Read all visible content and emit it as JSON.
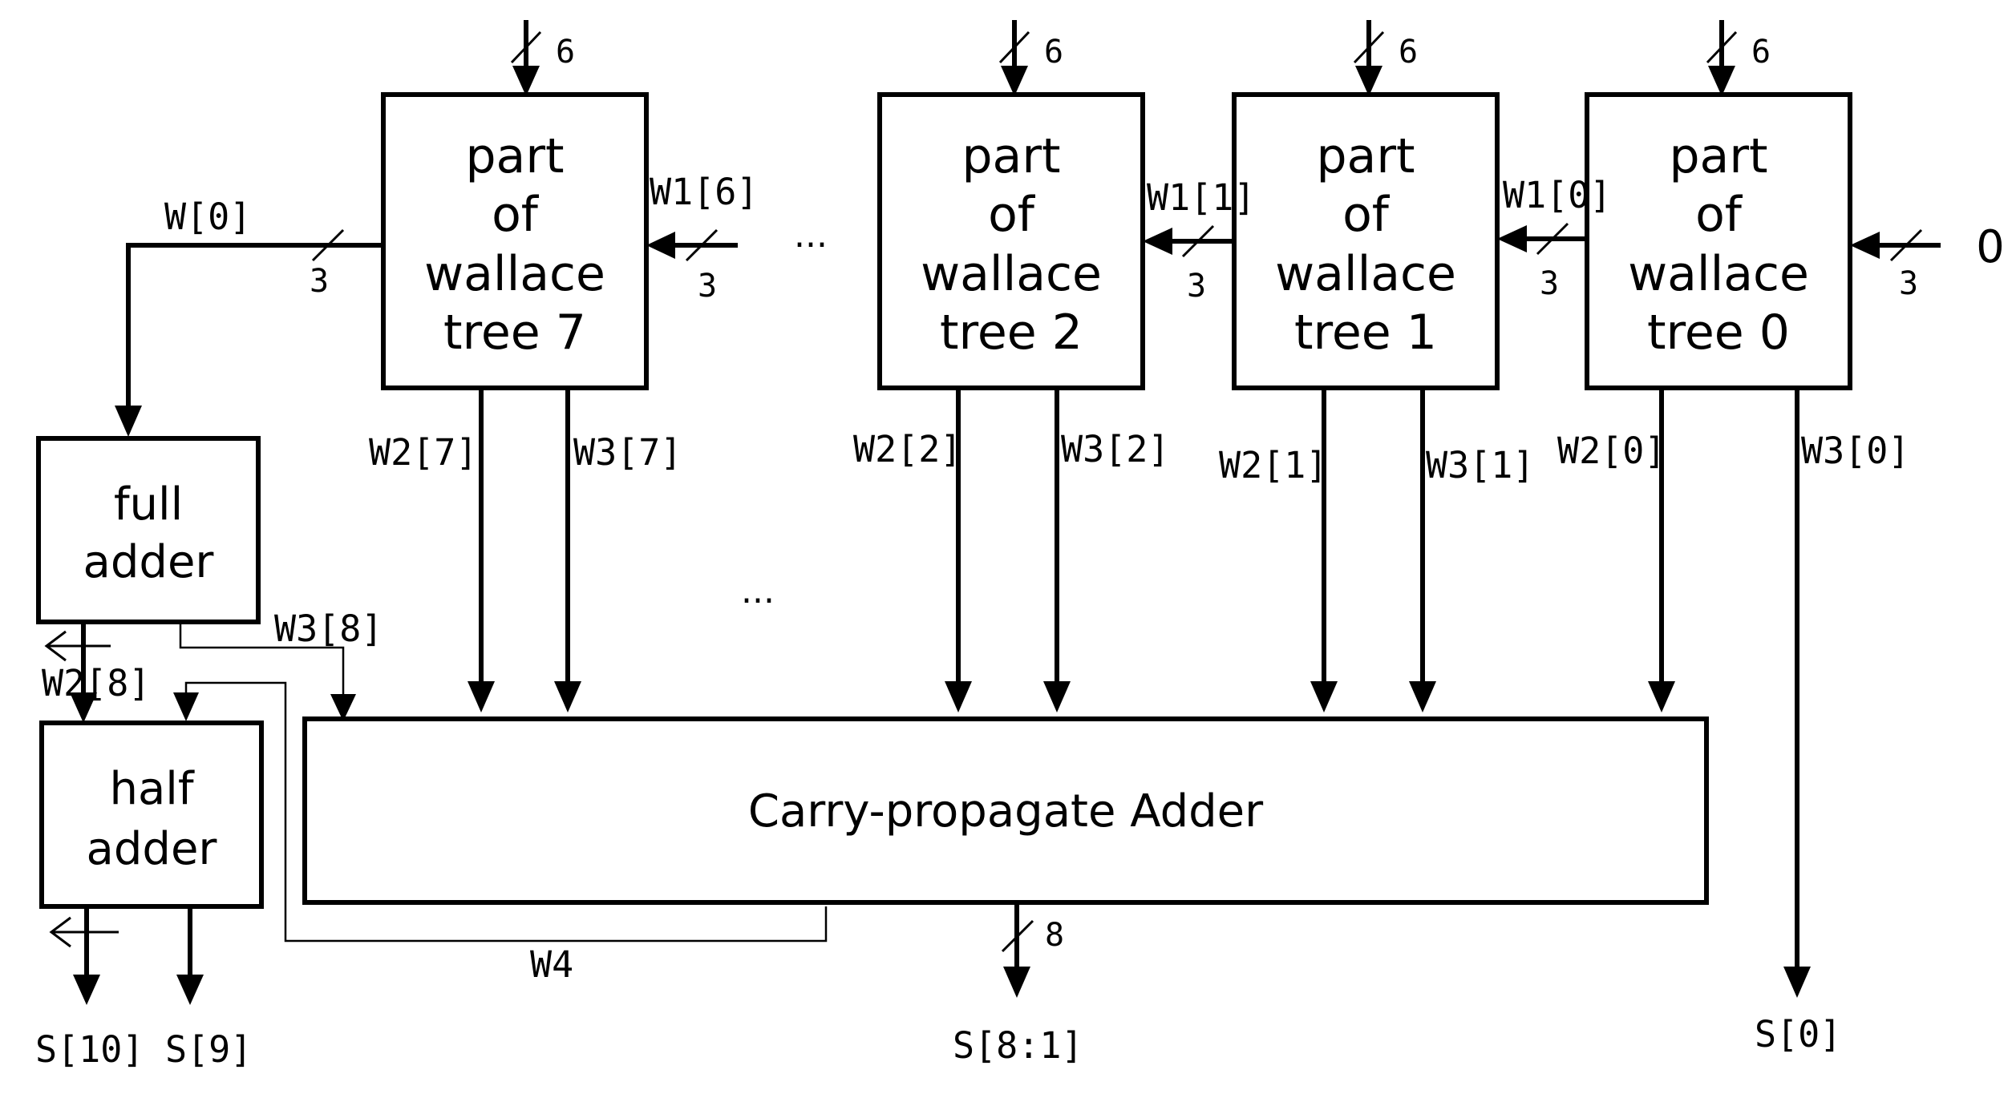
{
  "tree_boxes": [
    {
      "id": "7",
      "lines": [
        "part",
        "of",
        "wallace",
        "tree 7"
      ]
    },
    {
      "id": "2",
      "lines": [
        "part",
        "of",
        "wallace",
        "tree 2"
      ]
    },
    {
      "id": "1",
      "lines": [
        "part",
        "of",
        "wallace",
        "tree 1"
      ]
    },
    {
      "id": "0",
      "lines": [
        "part",
        "of",
        "wallace",
        "tree 0"
      ]
    }
  ],
  "full_adder": {
    "lines": [
      "full",
      "adder"
    ]
  },
  "half_adder": {
    "lines": [
      "half",
      "adder"
    ]
  },
  "cpa": {
    "label": "Carry-propagate Adder"
  },
  "bus_widths": {
    "tree_input": "6",
    "w1": "3",
    "w0": "3",
    "cpa_output": "8"
  },
  "carry_in_value": "0",
  "ellipsis": "...",
  "signals": {
    "w0": "W[0]",
    "w1_6": "W1[6]",
    "w1_1": "W1[1]",
    "w1_0": "W1[0]",
    "w2_7": "W2[7]",
    "w3_7": "W3[7]",
    "w2_2": "W2[2]",
    "w3_2": "W3[2]",
    "w2_1": "W2[1]",
    "w3_1": "W3[1]",
    "w2_0": "W2[0]",
    "w3_0": "W3[0]",
    "w3_8": "W3[8]",
    "w2_8": "W2[8]",
    "w4": "W4"
  },
  "outputs": {
    "s10": "S[10]",
    "s9": "S[9]",
    "s8_1": "S[8:1]",
    "s0": "S[0]"
  }
}
